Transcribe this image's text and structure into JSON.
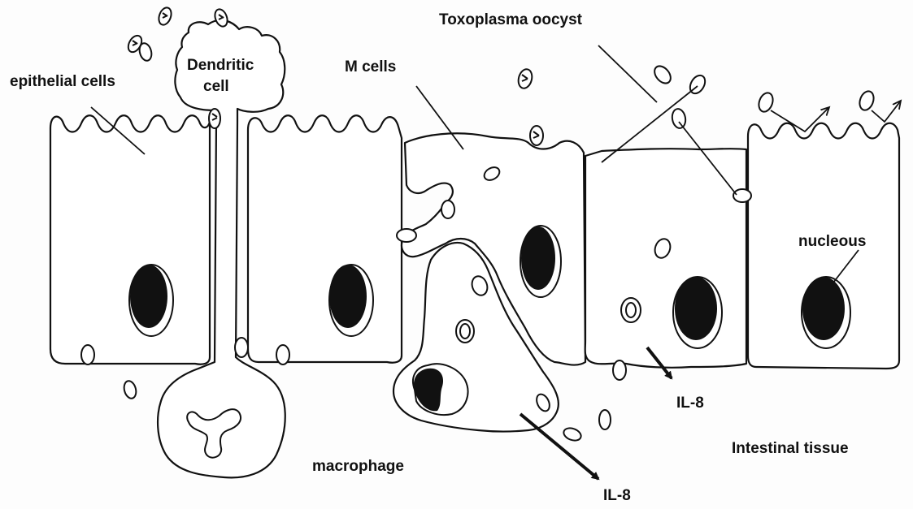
{
  "labels": {
    "toxoplasma_oocyst": "Toxoplasma oocyst",
    "epithelial_cells": "epithelial cells",
    "dendritic_line1": "Dendritic",
    "dendritic_line2": "cell",
    "m_cells": "M cells",
    "nucleous": "nucleous",
    "il8_epithelial": "IL-8",
    "il8_macrophage": "IL-8",
    "macrophage": "macrophage",
    "intestinal_tissue": "Intestinal tissue"
  }
}
